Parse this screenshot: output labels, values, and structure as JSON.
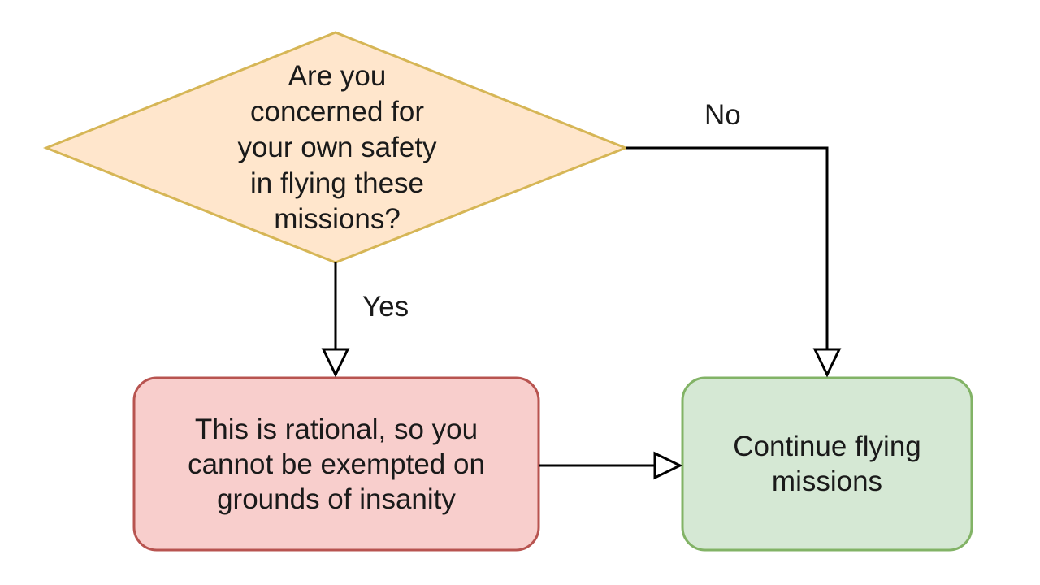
{
  "colors": {
    "decision_fill": "#ffe6cc",
    "decision_stroke": "#d6b656",
    "rational_fill": "#f8cecc",
    "rational_stroke": "#b85450",
    "continue_fill": "#d5e8d4",
    "continue_stroke": "#82b366",
    "edge": "#000000"
  },
  "nodes": {
    "decision": {
      "shape": "diamond",
      "lines": [
        "Are you",
        "concerned for",
        "your own safety",
        "in flying these",
        "missions?"
      ]
    },
    "rational": {
      "shape": "rounded-rectangle",
      "lines": [
        "This is rational, so you",
        "cannot be exempted on",
        "grounds of insanity"
      ]
    },
    "continue": {
      "shape": "rounded-rectangle",
      "lines": [
        "Continue flying",
        "missions"
      ]
    }
  },
  "edges": {
    "no": {
      "from": "decision",
      "to": "continue",
      "label": "No"
    },
    "yes": {
      "from": "decision",
      "to": "rational",
      "label": "Yes"
    },
    "rational_to_continue": {
      "from": "rational",
      "to": "continue"
    }
  }
}
